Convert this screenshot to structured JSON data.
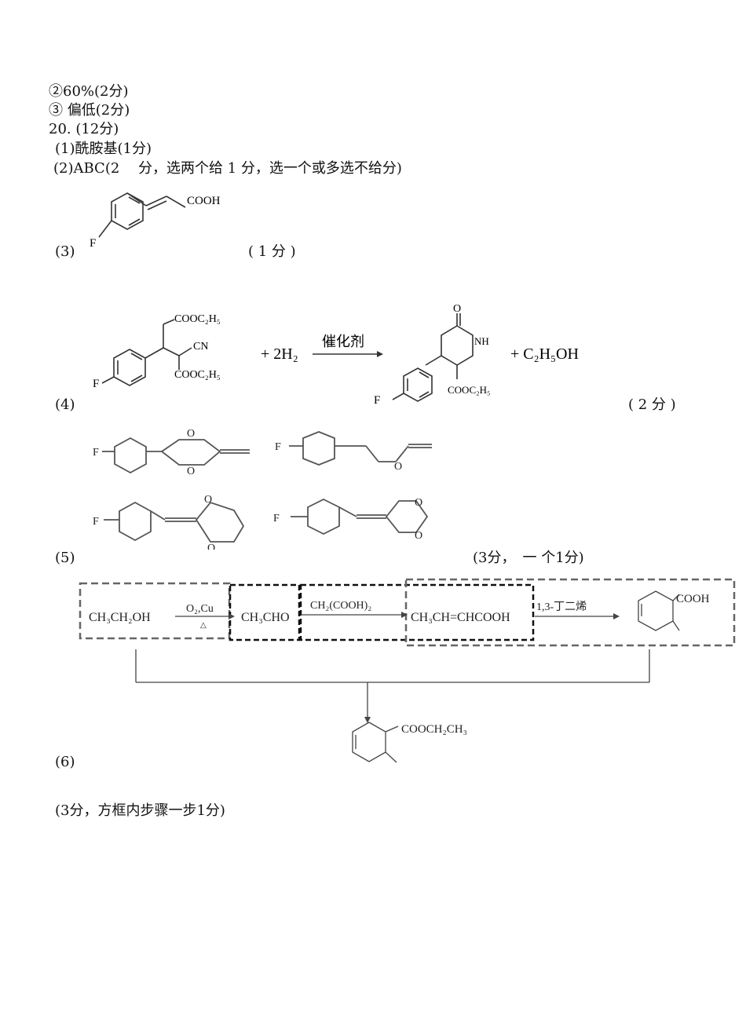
{
  "lines": {
    "l1": "②60%(2分)",
    "l2": "③ 偏低(2分)",
    "l3": "20. (12分)",
    "l4": "(1)酰胺基(1分)",
    "l5": "(2)ABC(2　 分，选两个给 1 分，选一个或多选不给分)"
  },
  "q3": {
    "label": "(3)",
    "score": "( 1 分 )",
    "cooh": "COOH",
    "f": "F"
  },
  "q4": {
    "label": "(4)",
    "score": "( 2 分 )",
    "ester1": "COOC₂H₅",
    "cn": "CN",
    "ester2": "COOC₂H₅",
    "f": "F",
    "plus_h2": "+ 2H₂",
    "catalyst": "催化剂",
    "o": "O",
    "nh": "NH",
    "ester3": "COOC₂H₅",
    "plus_etoh": "+ C₂H₅OH"
  },
  "q5": {
    "label": "(5)",
    "score": "(3分，　一 个1分)",
    "f": "F",
    "o": "O"
  },
  "q6": {
    "label": "(6)",
    "ethanol": "CH₃CH₂OH",
    "cond1_top": "O₂,Cu",
    "cond1_bot": "△",
    "acetaldehyde": "CH₃CHO",
    "cond2": "CH₂(COOH)₂",
    "crotonic": "CH₃CH=CHCOOH",
    "cond3": "1,3-丁二烯",
    "cooh": "COOH",
    "ester": "COOCH₂CH₃"
  },
  "footer": "(3分，方框内步骤一步1分)"
}
